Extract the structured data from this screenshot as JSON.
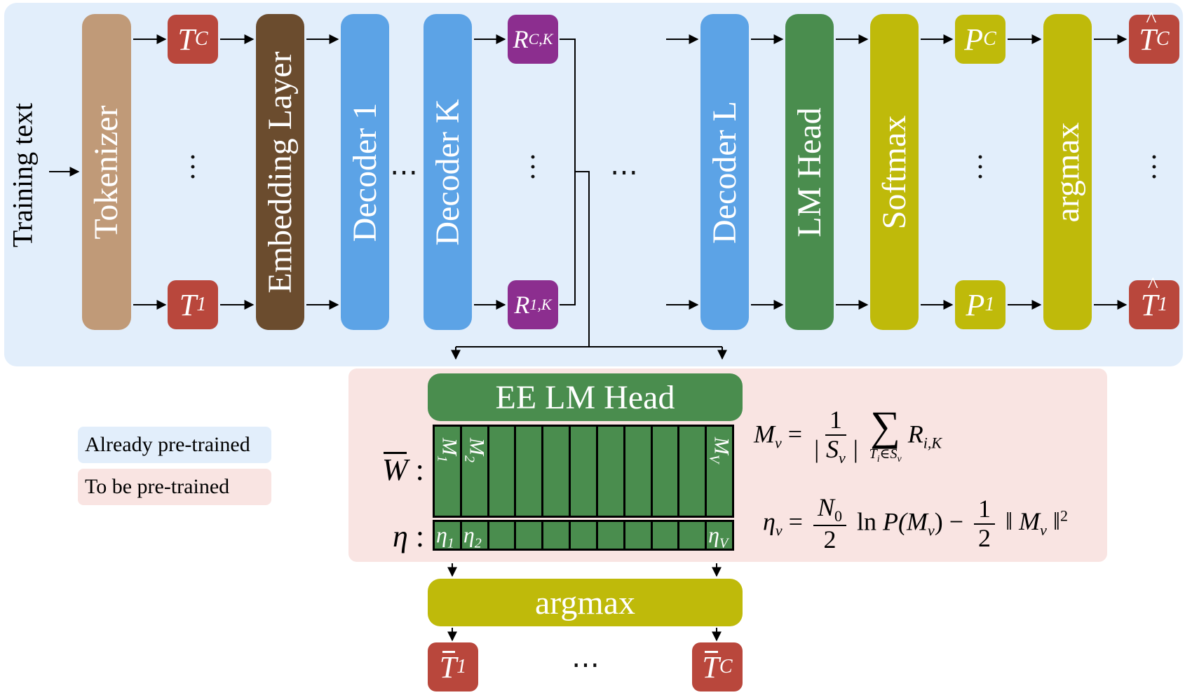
{
  "blocks": {
    "tokenizer": "Tokenizer",
    "embedding": "Embedding Layer",
    "decoder1": "Decoder 1",
    "decoderK": "Decoder K",
    "decoderL": "Decoder L",
    "lmhead": "LM Head",
    "softmax": "Softmax",
    "argmax_top": "argmax",
    "ee_lm_head": "EE LM Head",
    "argmax_bottom": "argmax"
  },
  "input_label": "Training text",
  "tokens": {
    "T": "T",
    "R": "R",
    "P": "P",
    "sub_C": "C",
    "sub_1": "1",
    "sub_CK": "C,K",
    "sub_1K": "1,K"
  },
  "matrix": {
    "W_label": "W",
    "eta_label": "η",
    "colon": ":",
    "M1": "M",
    "M1_sub": "1",
    "M2": "M",
    "M2_sub": "2",
    "MV": "M",
    "MV_sub": "V",
    "eta1": "η",
    "eta1_sub": "1",
    "eta2": "η",
    "eta2_sub": "2",
    "etaV": "η",
    "etaV_sub": "V"
  },
  "legend": {
    "pretrained": "Already pre-trained",
    "to_pretrain": "To be pre-trained"
  },
  "formula1": {
    "lhs": "M",
    "lhs_sub": "v",
    "eq": "=",
    "num": "1",
    "den": "| S",
    "den_sub": "v",
    "den_end": " |",
    "sum": "∑",
    "sum_sub": "T",
    "sum_sub_i": "i",
    "sum_sub_in": "∈S",
    "sum_sub_v": "v",
    "rhs": "R",
    "rhs_sub": "i,K"
  },
  "formula2": {
    "lhs": "η",
    "lhs_sub": "v",
    "eq": "=",
    "num1": "N",
    "num1_sub": "0",
    "den1": "2",
    "ln": "ln",
    "P": "P(M",
    "P_sub": "v",
    "P_end": ")",
    "minus": "−",
    "num2": "1",
    "den2": "2",
    "norm_open": "‖ M",
    "norm_sub": "v",
    "norm_close": " ‖",
    "sq": "2"
  },
  "ellipsis": "⋯",
  "colors": {
    "pretrained_bg": "#e2eefb",
    "to_pretrain_bg": "#f9e4e2",
    "tan": "#c09a78",
    "brown": "#6b4c2e",
    "blue": "#5ca3e6",
    "green": "#4a8d4e",
    "olive": "#bfba0a",
    "red": "#b9473c",
    "purple": "#8c2e8f"
  }
}
